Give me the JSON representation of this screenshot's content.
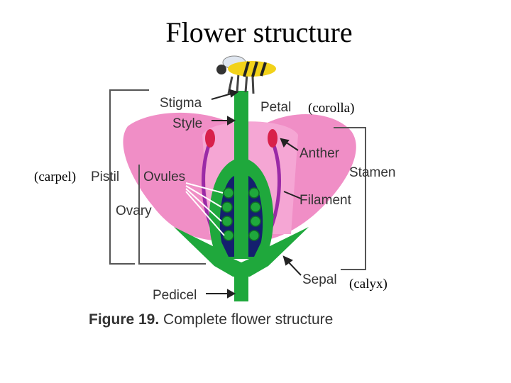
{
  "slide": {
    "title": "Flower structure"
  },
  "diagram": {
    "labels": {
      "stigma": "Stigma",
      "style": "Style",
      "petal": "Petal",
      "anther": "Anther",
      "pistil": "Pistil",
      "ovules": "Ovules",
      "stamen": "Stamen",
      "ovary": "Ovary",
      "filament": "Filament",
      "sepal": "Sepal",
      "pedicel": "Pedicel"
    },
    "annotations": {
      "corolla": "(corolla)",
      "carpel": "(carpel)",
      "calyx": "(calyx)"
    },
    "caption_bold": "Figure 19.",
    "caption_rest": " Complete flower structure",
    "colors": {
      "petal": "#f08ec6",
      "receptacle_green": "#1fa83c",
      "ovary_dark": "#14206e",
      "stamen_purple": "#9a2aa6",
      "anther_red": "#d8204a",
      "bee_yellow": "#f2d21a"
    }
  }
}
